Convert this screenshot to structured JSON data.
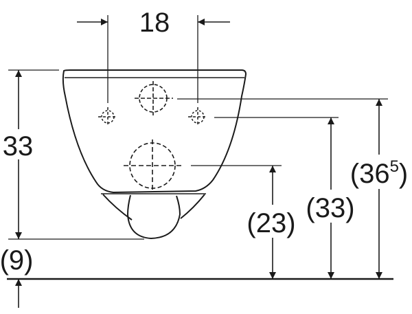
{
  "dimensions": {
    "top_width": "18",
    "left_height": "33",
    "left_offset": "(9)",
    "drain_height": "(23)",
    "inlet_height": "(33)",
    "overall_height_base": "(36",
    "overall_height_sup": "5",
    "overall_height_close": ")"
  },
  "colors": {
    "line": "#1a1a1a",
    "background": "#ffffff"
  }
}
